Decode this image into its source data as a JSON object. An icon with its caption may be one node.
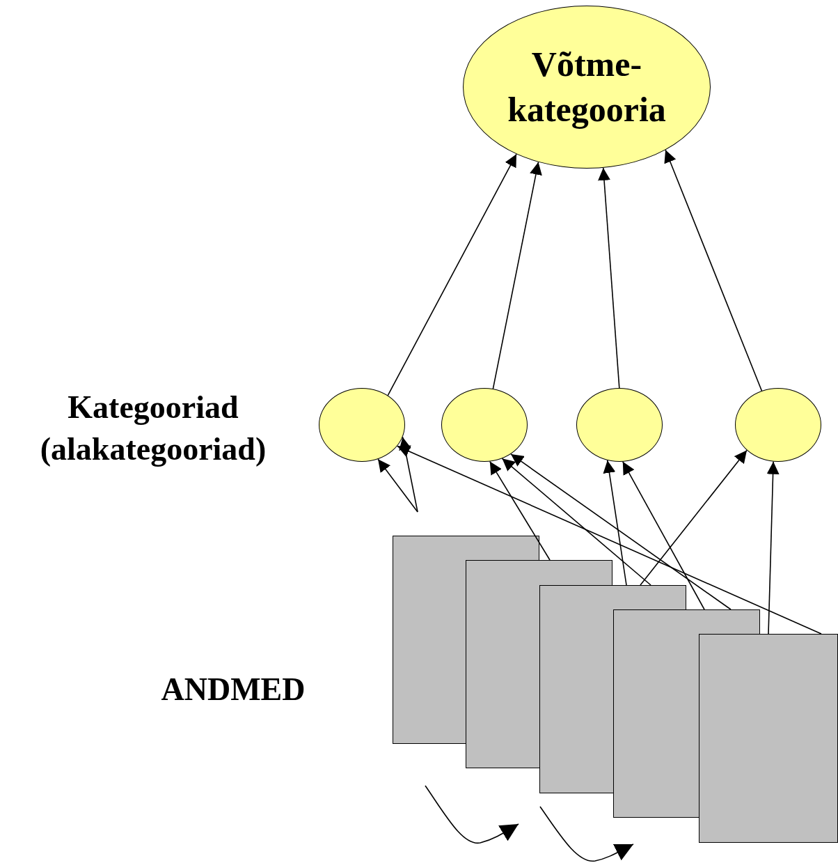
{
  "diagram": {
    "nodes": [
      {
        "text": [
          "Võtme- kategooria"
        ]
      },
      {
        "text": [],
        "shape": "circle"
      },
      {
        "text": [],
        "shape": "circle"
      },
      {
        "text": [],
        "shape": "circle"
      },
      {
        "text": [],
        "shape": "circle"
      },
      {
        "text": [],
        "shape": "box"
      },
      {
        "text": [],
        "shape": "box"
      },
      {
        "text": [],
        "shape": "box"
      },
      {
        "text": [],
        "shape": "box"
      },
      {
        "text": [],
        "shape": "box"
      }
    ],
    "edges": [
      {
        "from": 1,
        "to": 0,
        "arrow": "to"
      },
      {
        "from": 2,
        "to": 0,
        "arrow": "to"
      },
      {
        "from": 3,
        "to": 0,
        "arrow": "to"
      },
      {
        "from": 4,
        "to": 0,
        "arrow": "to"
      },
      {
        "from": null,
        "to": 1,
        "arrow": "to"
      },
      {
        "from": null,
        "to": 1,
        "arrow": "to"
      },
      {
        "from": 6,
        "to": 2,
        "arrow": "to"
      },
      {
        "from": 7,
        "to": 2,
        "arrow": "to"
      },
      {
        "from": 7,
        "to": 3,
        "arrow": "to"
      },
      {
        "from": 7,
        "to": 4,
        "arrow": "to"
      },
      {
        "from": 8,
        "to": 2,
        "arrow": "to"
      },
      {
        "from": 8,
        "to": 3,
        "arrow": "to"
      },
      {
        "from": 9,
        "to": 1,
        "arrow": "to"
      },
      {
        "from": 9,
        "to": 4,
        "arrow": "to"
      }
    ],
    "labels": [
      "Kategooriad (alakategooriad)",
      "ANDMED"
    ]
  }
}
